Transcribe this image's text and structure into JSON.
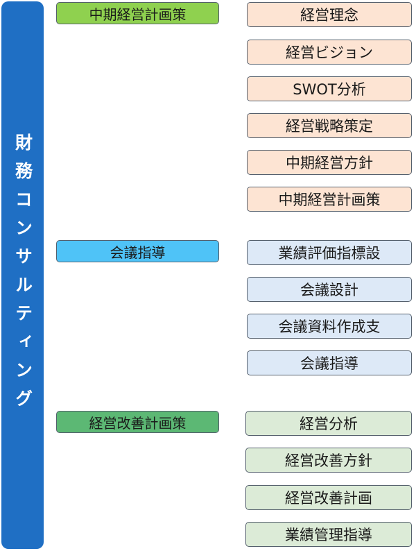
{
  "side_label": "財務コンサルティング",
  "colors": {
    "side_bar": "#1f6fc4",
    "group1_category": "#8fd14f",
    "group1_items": "#fde4d3",
    "group2_category": "#4fc3f7",
    "group2_items": "#dde9f7",
    "group3_category": "#5cb874",
    "group3_items": "#dcebd7"
  },
  "groups": [
    {
      "category": "中期経営計画策",
      "items": [
        "経営理念",
        "経営ビジョン",
        "SWOT分析",
        "経営戦略策定",
        "中期経営方針",
        "中期経営計画策"
      ]
    },
    {
      "category": "会議指導",
      "items": [
        "業績評価指標設",
        "会議設計",
        "会議資料作成支",
        "会議指導"
      ]
    },
    {
      "category": "経営改善計画策",
      "items": [
        "経営分析",
        "経営改善方針",
        "経営改善計画",
        "業績管理指導"
      ]
    }
  ]
}
